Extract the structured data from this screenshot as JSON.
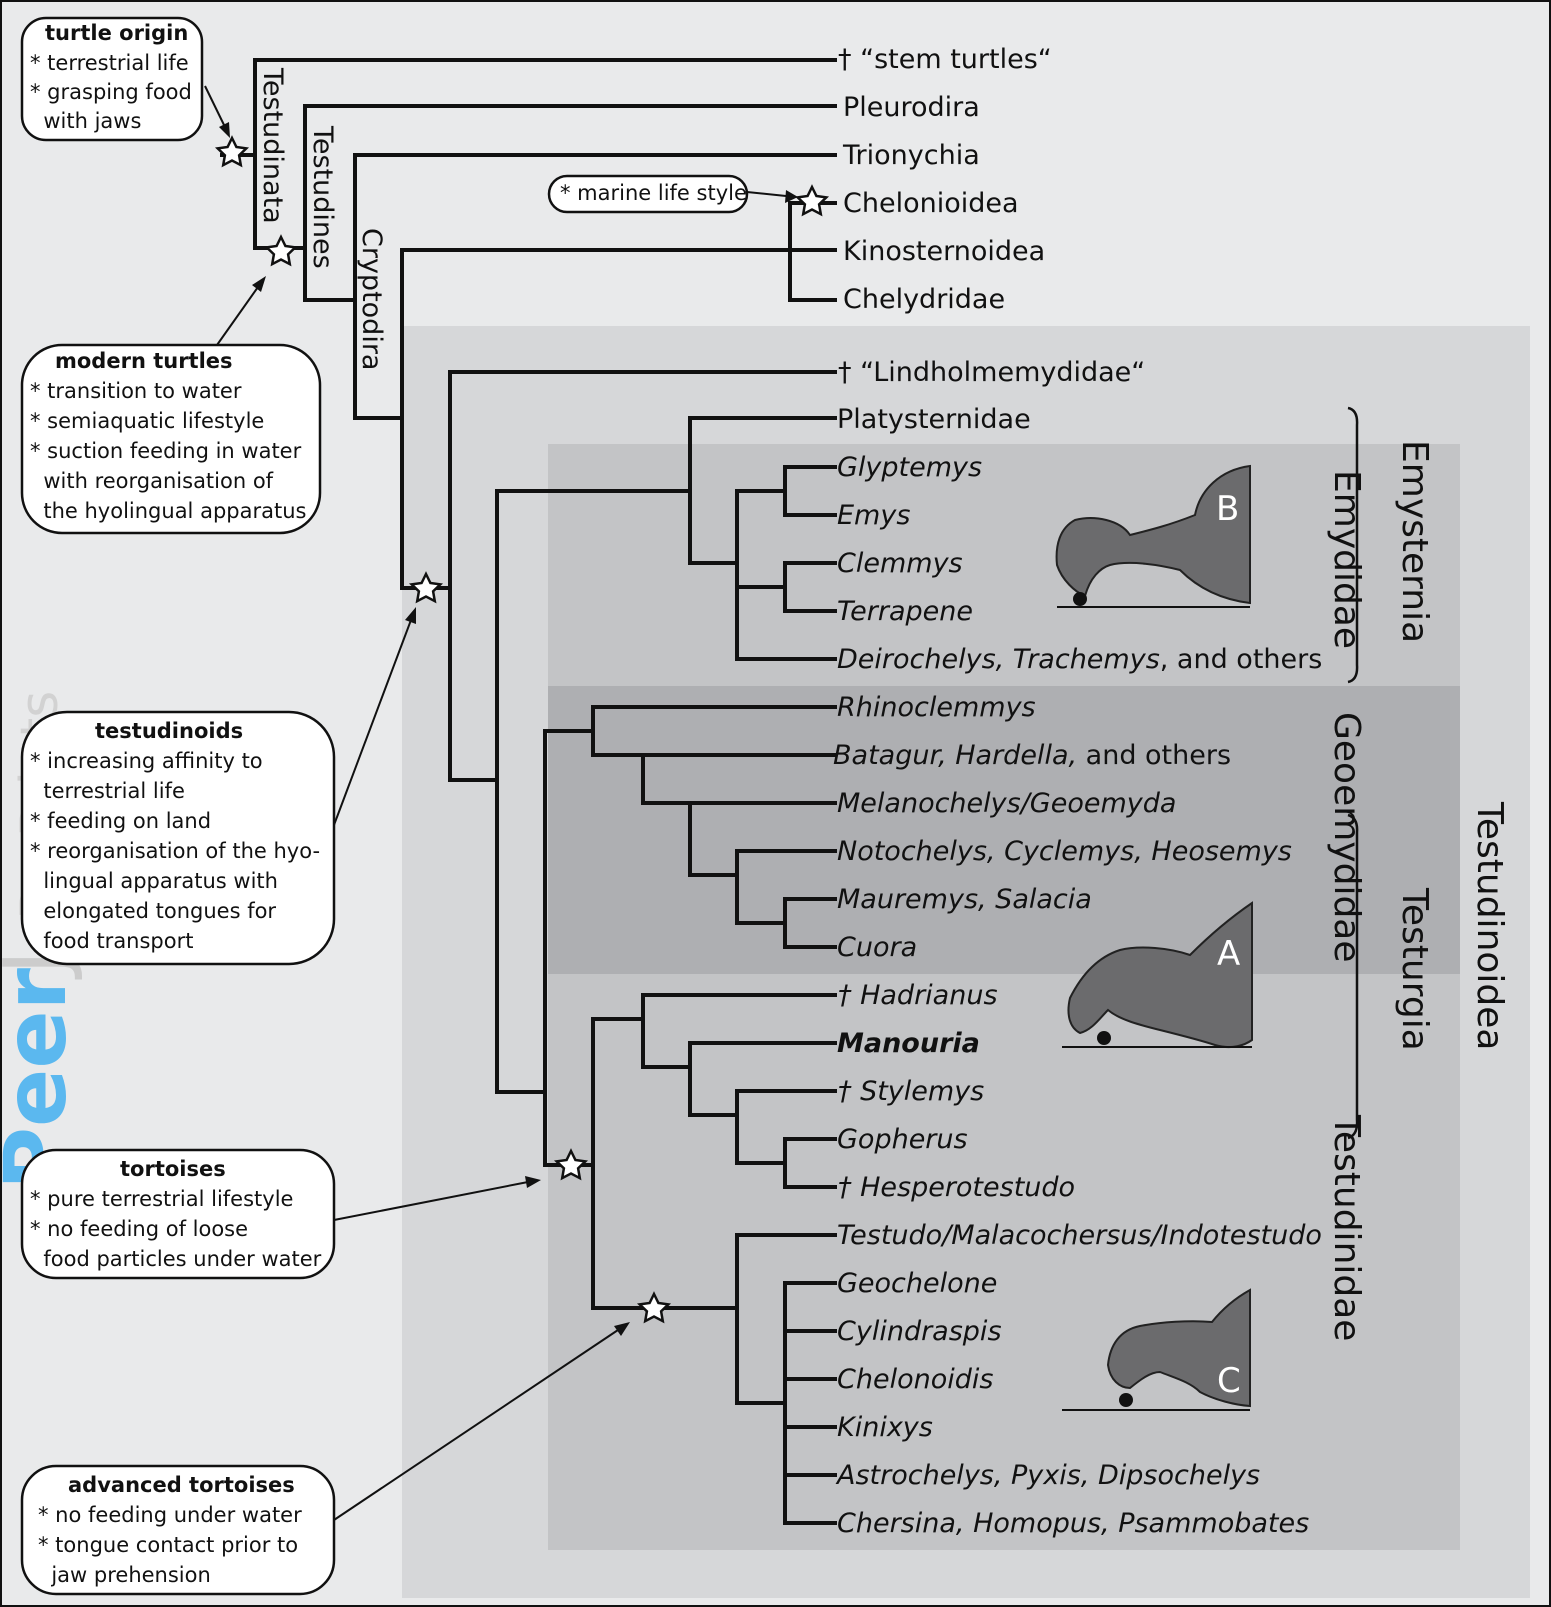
{
  "colors": {
    "background": "#e9eaeb",
    "panel_testudinoidea": "#d6d7d9",
    "panel_emydidae": "#c3c4c6",
    "panel_geoemydidae": "#aeafb2",
    "panel_testudinidae": "#c3c4c6",
    "branch": "#111111",
    "watermark": "#cccccc",
    "watermark_accent": "#5bb8ef"
  },
  "taxa": [
    {
      "label": "† “stem turtles“",
      "italic": false,
      "bold": false
    },
    {
      "label": "Pleurodira",
      "italic": false,
      "bold": false
    },
    {
      "label": "Trionychia",
      "italic": false,
      "bold": false
    },
    {
      "label": "Chelonioidea",
      "italic": false,
      "bold": false
    },
    {
      "label": "Kinosternoidea",
      "italic": false,
      "bold": false
    },
    {
      "label": "Chelydridae",
      "italic": false,
      "bold": false
    },
    {
      "label": "† “Lindholmemydidae“",
      "italic": false,
      "bold": false
    },
    {
      "label": "Platysternidae",
      "italic": false,
      "bold": false
    },
    {
      "label": "Glyptemys",
      "italic": true,
      "bold": false
    },
    {
      "label": "Emys",
      "italic": true,
      "bold": false
    },
    {
      "label": "Clemmys",
      "italic": true,
      "bold": false
    },
    {
      "label": "Terrapene",
      "italic": true,
      "bold": false
    },
    {
      "label": "Deirochelys, Trachemys",
      "italic": true,
      "bold": false,
      "suffix": ", and others"
    },
    {
      "label": "Rhinoclemmys",
      "italic": true,
      "bold": false
    },
    {
      "label": "Batagur, Hardella,",
      "italic": true,
      "bold": false,
      "suffix": " and others"
    },
    {
      "label": "Melanochelys/Geoemyda",
      "italic": true,
      "bold": false
    },
    {
      "label": "Notochelys, Cyclemys, Heosemys",
      "italic": true,
      "bold": false
    },
    {
      "label": "Mauremys, Salacia",
      "italic": true,
      "bold": false
    },
    {
      "label": "Cuora",
      "italic": true,
      "bold": false
    },
    {
      "label": "† Hadrianus",
      "italic": true,
      "bold": false
    },
    {
      "label": "Manouria",
      "italic": true,
      "bold": true
    },
    {
      "label": "† Stylemys",
      "italic": true,
      "bold": false
    },
    {
      "label": "Gopherus",
      "italic": true,
      "bold": false
    },
    {
      "label": "† Hesperotestudo",
      "italic": true,
      "bold": false
    },
    {
      "label": "Testudo/Malacochersus/Indotestudo",
      "italic": true,
      "bold": false
    },
    {
      "label": "Geochelone",
      "italic": true,
      "bold": false
    },
    {
      "label": "Cylindraspis",
      "italic": true,
      "bold": false
    },
    {
      "label": "Chelonoidis",
      "italic": true,
      "bold": false
    },
    {
      "label": "Kinixys",
      "italic": true,
      "bold": false
    },
    {
      "label": "Astrochelys, Pyxis, Dipsochelys",
      "italic": true,
      "bold": false
    },
    {
      "label": "Chersina, Homopus, Psammobates",
      "italic": true,
      "bold": false
    }
  ],
  "clade_labels": {
    "testudinata": "Testudinata",
    "testudines": "Testudines",
    "cryptodira": "Cryptodira",
    "emysternia": "Emysternia",
    "emydidae": "Emydidae",
    "geoemydidae": "Geoemydidae",
    "testurgia": "Testurgia",
    "testudinoidea": "Testudinoidea",
    "testudinidae": "Testudinidae"
  },
  "annotations": {
    "turtle_origin": {
      "title": "turtle origin",
      "lines": [
        "* terrestrial life",
        "* grasping food",
        "  with jaws"
      ]
    },
    "modern_turtles": {
      "title": "modern turtles",
      "lines": [
        "* transition to water",
        "* semiaquatic lifestyle",
        "* suction feeding in water",
        "  with reorganisation of",
        "  the hyolingual apparatus"
      ]
    },
    "testudinoids": {
      "title": "testudinoids",
      "lines": [
        "* increasing affinity to",
        "  terrestrial life",
        "* feeding on land",
        "* reorganisation of the hyo-",
        "  lingual apparatus with",
        "  elongated tongues for",
        "  food transport"
      ]
    },
    "tortoises": {
      "title": "tortoises",
      "lines": [
        "* pure terrestrial lifestyle",
        "* no feeding of loose",
        "  food particles under water"
      ]
    },
    "advanced_tortoises": {
      "title": "advanced tortoises",
      "lines": [
        "* no feeding under water",
        "* tongue contact prior to",
        "  jaw prehension"
      ]
    },
    "marine": {
      "text": "* marine life style"
    }
  },
  "figure_panels": {
    "a": "A",
    "b": "B",
    "c": "C"
  },
  "watermark": {
    "peer": "Peer",
    "j": "J",
    "preprints": "PrePrints"
  }
}
